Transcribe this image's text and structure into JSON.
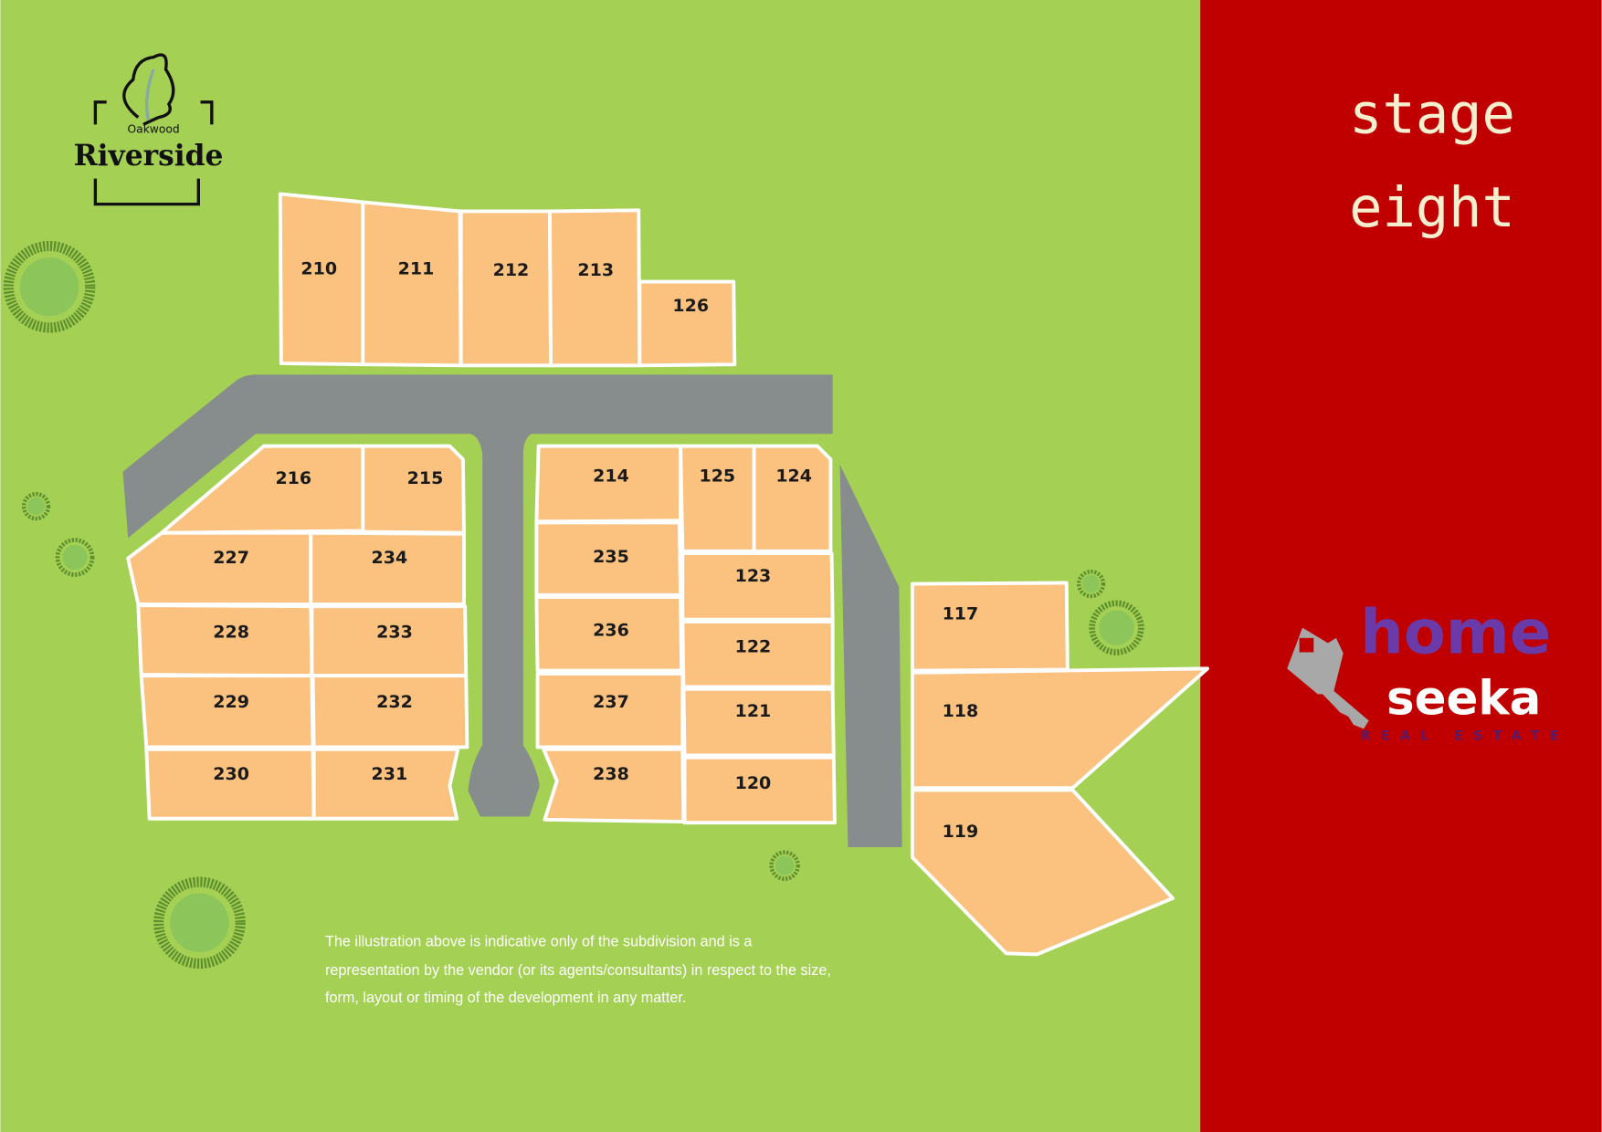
{
  "colors": {
    "grass": "#a4d054",
    "panel": "#c00000",
    "road": "#878c8c",
    "lot": "#fbc17f",
    "title": "#f6efcf",
    "brand_purple": "#6a3aa8"
  },
  "logo": {
    "small": "Oakwood",
    "big": "Riverside"
  },
  "title": {
    "line1": "stage",
    "line2": "eight"
  },
  "brand": {
    "home": "home",
    "seeka": "seeka",
    "sub": "REAL ESTATE"
  },
  "lots": [
    "210",
    "211",
    "212",
    "213",
    "126",
    "216",
    "215",
    "227",
    "234",
    "228",
    "233",
    "229",
    "232",
    "230",
    "231",
    "214",
    "125",
    "124",
    "235",
    "236",
    "237",
    "238",
    "123",
    "122",
    "121",
    "120",
    "117",
    "118",
    "119"
  ],
  "disclaimer": [
    "The illustration above is indicative only of the subdivision and is a",
    "representation by the vendor (or its agents/consultants) in respect to the size,",
    "form, layout or timing of the development in any matter."
  ]
}
